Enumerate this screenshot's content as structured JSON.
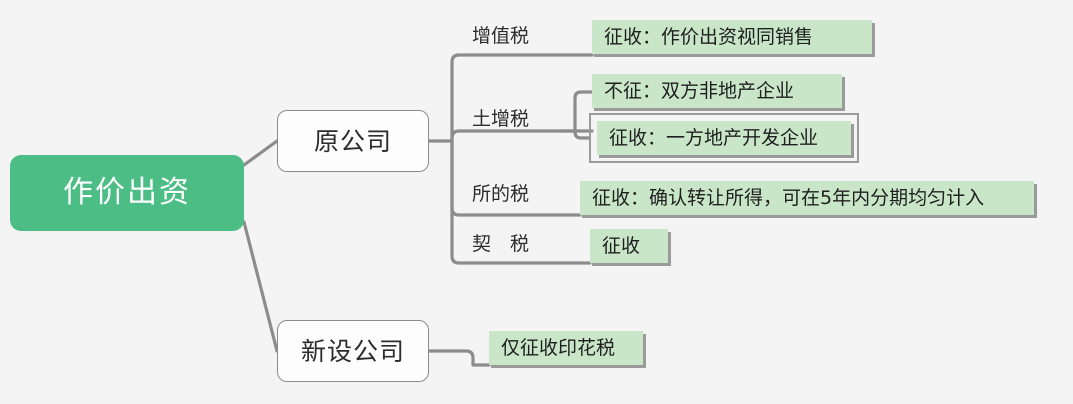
{
  "diagram": {
    "type": "mind-map",
    "title": "作价出资",
    "background_color": "#f4f4f4",
    "root": {
      "label": "作价出资",
      "fill_color": "#4cbe85",
      "text_color": "#ffffff"
    },
    "branches": [
      {
        "label": "原公司",
        "children": [
          {
            "label": "增值税",
            "items": [
              {
                "text": "征收：作价出资视同销售",
                "selected": false
              }
            ]
          },
          {
            "label": "土增税",
            "items": [
              {
                "text": "不征：双方非地产企业",
                "selected": false
              },
              {
                "text": "征收：一方地产开发企业",
                "selected": true
              }
            ]
          },
          {
            "label": "所的税",
            "items": [
              {
                "text": "征收：确认转让所得，可在5年内分期均匀计入",
                "selected": false
              }
            ]
          },
          {
            "label": "契　税",
            "items": [
              {
                "text": "征收",
                "selected": false
              }
            ]
          }
        ]
      },
      {
        "label": "新设公司",
        "children": [
          {
            "label": "",
            "items": [
              {
                "text": "仅征收印花税",
                "selected": false
              }
            ]
          }
        ]
      }
    ],
    "colors": {
      "root_green": "#4cbe85",
      "leaf_green": "#c9e6c9",
      "connector_gray": "#8c8c8c",
      "node_border": "#8c8c8c",
      "text_dark": "#2c2c2c"
    }
  }
}
